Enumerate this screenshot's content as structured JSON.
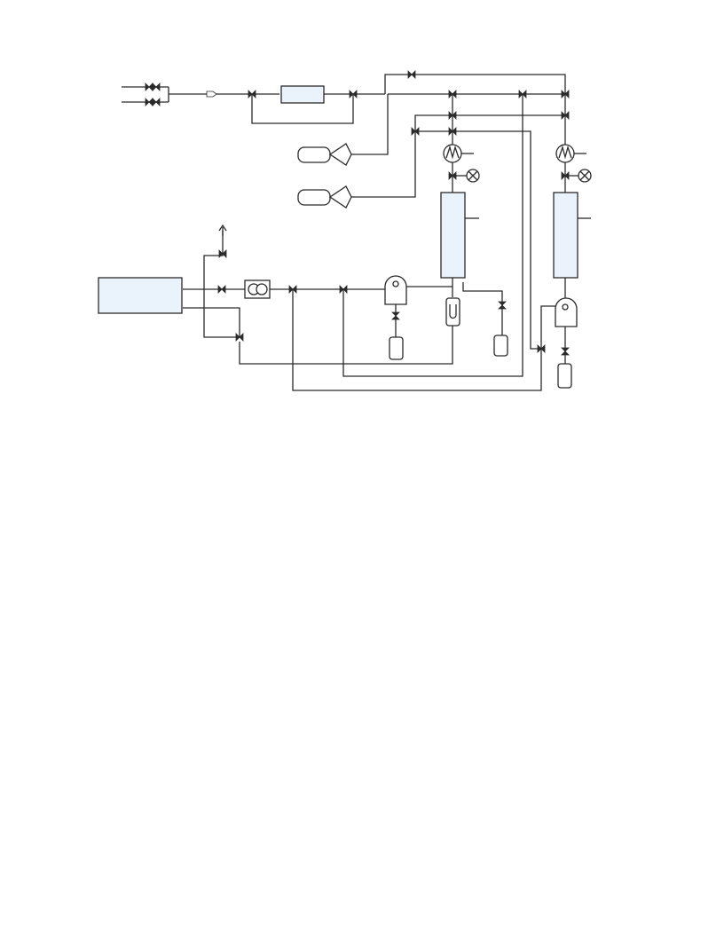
{
  "diagram": {
    "type": "process-flow-schematic",
    "colors": {
      "line": "#2b2b2b",
      "vessel_fill": "#eaf2fb",
      "background": "#ffffff"
    },
    "components": [
      {
        "name": "gas-inlet-1",
        "icon": "arrow-line-icon"
      },
      {
        "name": "gas-inlet-2",
        "icon": "arrow-line-icon"
      },
      {
        "name": "filter-box",
        "icon": "rectangle-vessel-icon"
      },
      {
        "name": "gas-cylinder-1",
        "icon": "gas-cylinder-icon"
      },
      {
        "name": "gas-cylinder-2",
        "icon": "gas-cylinder-icon"
      },
      {
        "name": "preheater-1",
        "icon": "heat-exchanger-icon"
      },
      {
        "name": "preheater-2",
        "icon": "heat-exchanger-icon"
      },
      {
        "name": "indicator-lamp-1",
        "icon": "circle-cross-icon"
      },
      {
        "name": "indicator-lamp-2",
        "icon": "circle-cross-icon"
      },
      {
        "name": "reactor-column-1",
        "icon": "column-vessel-icon"
      },
      {
        "name": "reactor-column-2",
        "icon": "column-vessel-icon"
      },
      {
        "name": "analyzer-box",
        "icon": "rectangle-vessel-icon"
      },
      {
        "name": "flow-meter",
        "icon": "flow-meter-icon"
      },
      {
        "name": "separator-1",
        "icon": "separator-icon"
      },
      {
        "name": "separator-2",
        "icon": "separator-icon"
      },
      {
        "name": "cold-trap",
        "icon": "u-tube-trap-icon"
      },
      {
        "name": "liquid-receiver-1",
        "icon": "receiver-bottle-icon"
      },
      {
        "name": "liquid-receiver-2",
        "icon": "receiver-bottle-icon"
      },
      {
        "name": "liquid-receiver-3",
        "icon": "receiver-bottle-icon"
      }
    ]
  }
}
